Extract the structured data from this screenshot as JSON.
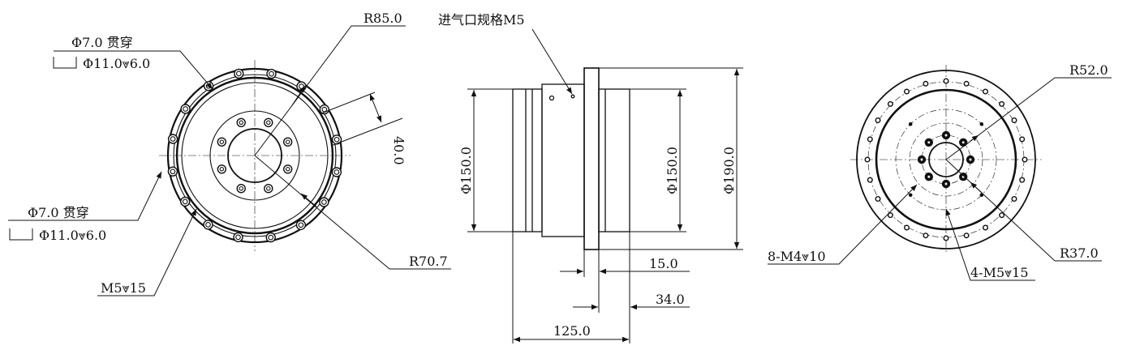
{
  "left_view": {
    "through_hole_top": "Φ7.0 贯穿",
    "counterbore_top": "Φ11.0⩔6.0",
    "through_hole_bottom": "Φ7.0 贯穿",
    "counterbore_bottom": "Φ11.0⩔6.0",
    "radius_outer": "R85.0",
    "radius_inner": "R70.7",
    "dim_40": "40.0",
    "thread_m5": "M5⩔15"
  },
  "side_view": {
    "air_inlet": "进气口规格M5",
    "dia_left": "Φ150.0",
    "dia_mid": "Φ150.0",
    "dia_right": "Φ190.0",
    "len_15": "15.0",
    "len_34": "34.0",
    "len_125": "125.0"
  },
  "right_view": {
    "radius_52": "R52.0",
    "radius_37": "R37.0",
    "thread_m4": "8-M4⩔10",
    "thread_m5": "4-M5⩔15"
  },
  "colors": {
    "line": "#111111",
    "background": "#ffffff"
  }
}
